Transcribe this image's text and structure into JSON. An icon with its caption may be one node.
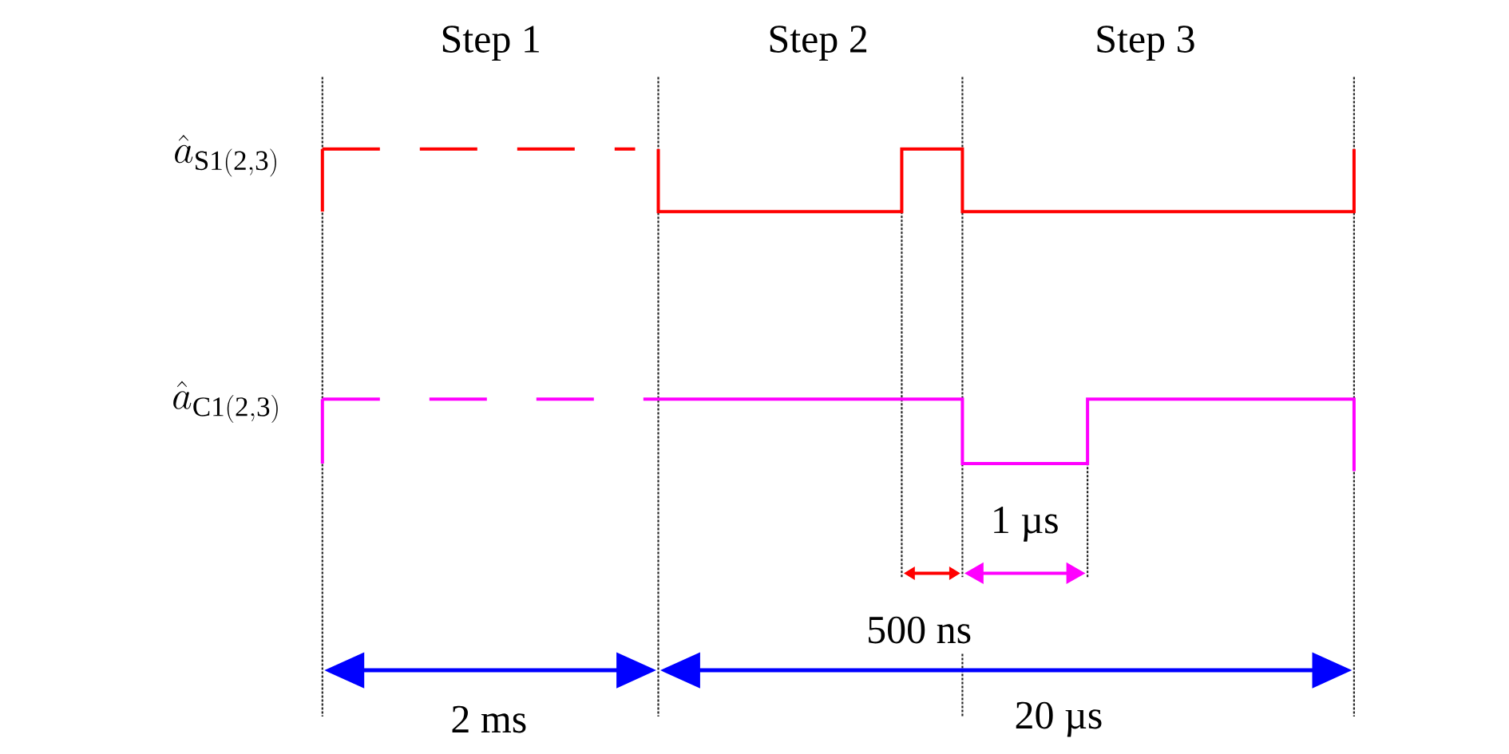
{
  "diagram": {
    "labels": [
      "Step 1",
      "Step 2",
      "Step 3",
      "\\hat{a}_{\\mathrm{S1(2,3)}}",
      "\\hat{a}_{\\mathrm{C1(2,3)}}",
      "1 µs",
      "500 ns",
      "2 ms",
      "20 µs"
    ]
  }
}
